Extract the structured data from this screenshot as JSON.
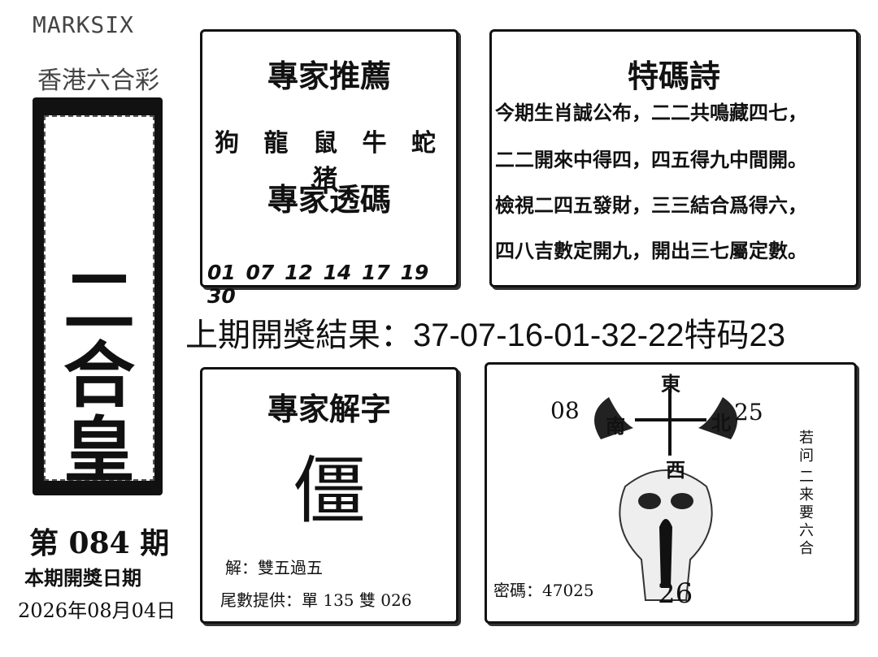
{
  "brand": "MARKSIX",
  "subtitle": "香港六合彩",
  "title": "二合皇",
  "issue": "第 084 期",
  "draw_date_label": "本期開獎日期",
  "draw_date": "2026年08月04日",
  "recommend": {
    "title": "專家推薦",
    "zodiacs": "狗 龍 鼠 牛 蛇 猪",
    "subtitle": "專家透碼",
    "numbers": "01 07 12 14 17 19 30"
  },
  "poem": {
    "title": "特碼詩",
    "lines": [
      "今期生肖誠公布，二二共鳴藏四七，",
      "二二開來中得四，四五得九中間開。",
      "檢視二四五發財，三三結合爲得六，",
      "四八吉數定開九，開出三七屬定數。"
    ]
  },
  "last_result": "上期開獎結果：37-07-16-01-32-22特码23",
  "decode": {
    "title": "專家解字",
    "character": "僵",
    "explain": "解：雙五過五",
    "tail": "尾數提供：單 135 雙 026"
  },
  "compass": {
    "east": "東",
    "south": "南",
    "west": "西",
    "north": "北",
    "left_num": "08",
    "right_num": "25",
    "bottom_num": "26",
    "code": "密碼：47025",
    "vertical_a": "若问",
    "vertical_b": "二来要六合"
  }
}
